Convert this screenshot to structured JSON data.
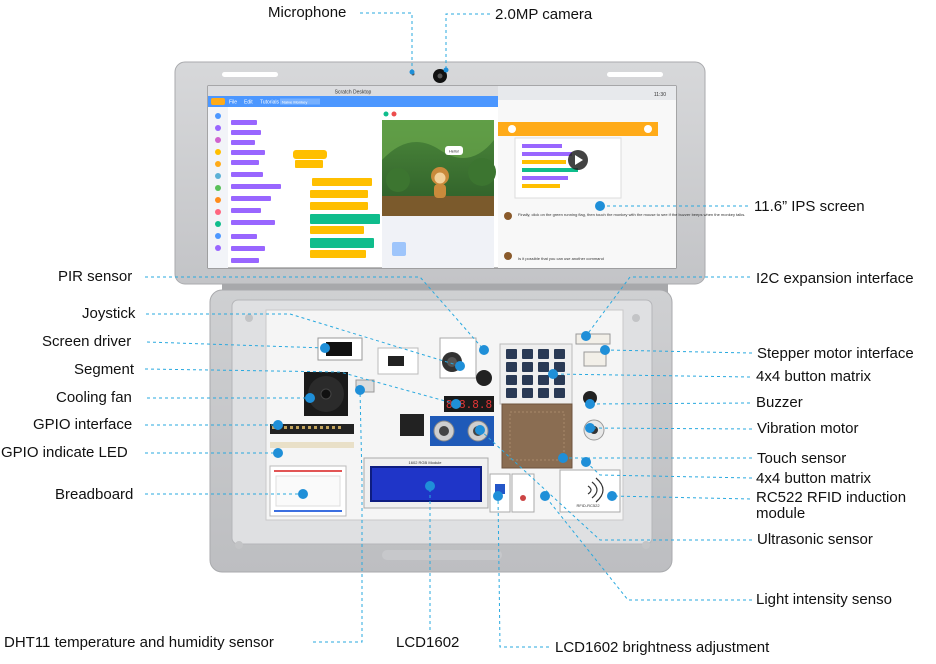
{
  "labels": {
    "microphone": "Microphone",
    "camera": "2.0MP camera",
    "ips_screen": "11.6” IPS screen",
    "pir_sensor": "PIR sensor",
    "i2c": "I2C expansion interface",
    "joystick": "Joystick",
    "screen_driver": "Screen driver",
    "stepper": "Stepper motor interface",
    "segment": "Segment",
    "button_matrix_1": "4x4 button matrix",
    "cooling_fan": "Cooling fan",
    "buzzer": "Buzzer",
    "gpio_interface": "GPIO interface",
    "vibration_motor": "Vibration motor",
    "gpio_led": "GPIO indicate LED",
    "touch_sensor": "Touch sensor",
    "button_matrix_2": "4x4 button matrix",
    "breadboard": "Breadboard",
    "rc522": "RC522 RFID induction module",
    "ultrasonic": "Ultrasonic sensor",
    "light_sensor": "Light intensity senso",
    "dht11": "DHT11 temperature and humidity sensor",
    "lcd1602": "LCD1602",
    "lcd_brightness": "LCD1602 brightness adjustment"
  },
  "screen": {
    "left_title": "Scratch Desktop",
    "tab_file": "File",
    "tab_edit": "Edit",
    "tab_tutorials": "Tutorials",
    "project_name": "Naive Monkey",
    "lesson_text_1": "Finally, click on the green running flag, then touch the monkey with the mouse to see if the buzzer beeps when the monkey talks.",
    "lesson_text_2": "Is it possible that you can use another command",
    "clock": "11:30",
    "hello": "Hello!"
  },
  "board": {
    "lcd_module_text": "1602 RGB Module",
    "rfid_text": "RFID-RC522",
    "segment_digits": "8.8.8.8"
  },
  "colors": {
    "leader": "#29a9df",
    "dot": "#1f8fd8",
    "chassis": "#c9cacc",
    "screen_bg": "#ffffff",
    "board": "#f4f4f4",
    "lcd": "#1f35c8"
  }
}
